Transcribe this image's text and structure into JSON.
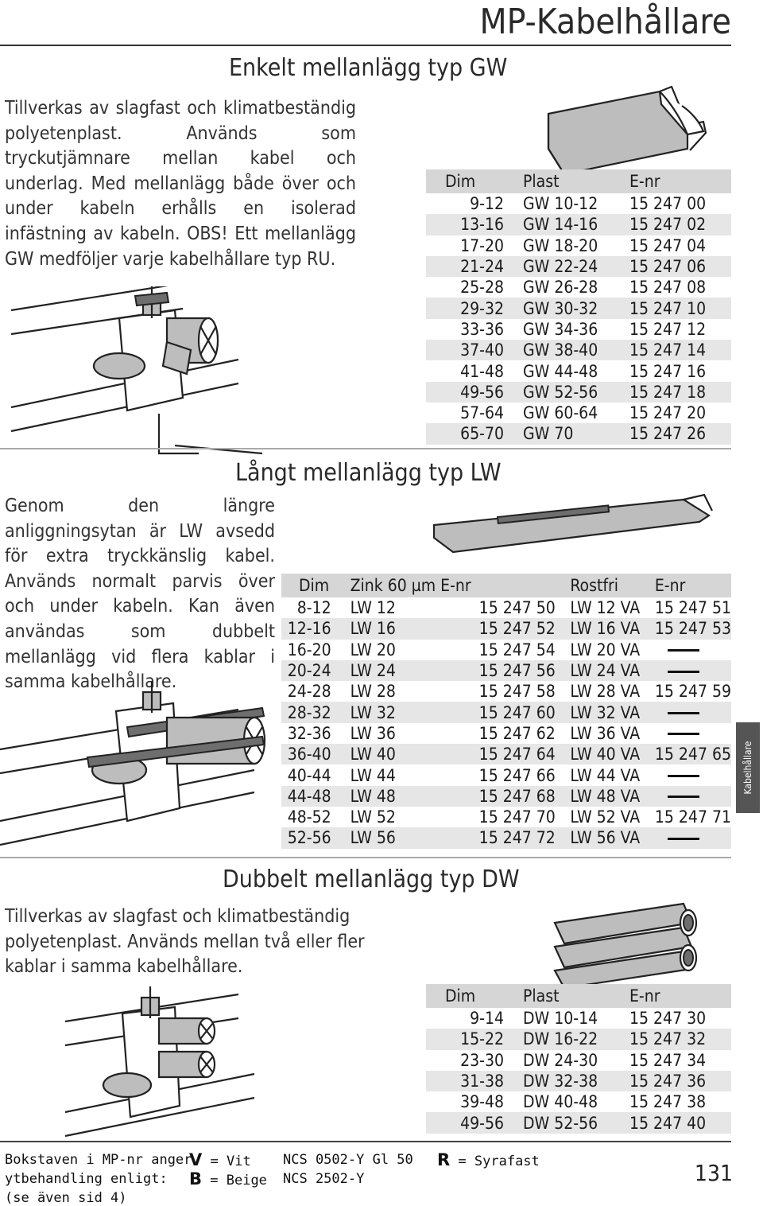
{
  "page_title": "MP-Kabelhållare",
  "side_tab": "Kabelhållare",
  "page_number": "131",
  "gw": {
    "title": "Enkelt mellanlägg typ GW",
    "text": "Tillverkas av slagfast och klimatbeständig polyetenplast. Används som tryckutjämnare mellan kabel och underlag. Med mellanlägg både över och under kabeln erhålls en isolerad infästning av kabeln. OBS! Ett mellanlägg GW medföljer varje kabelhållare typ RU.",
    "headers": [
      "Dim",
      "Plast",
      "E-nr"
    ],
    "rows": [
      [
        "9-12",
        "GW 10-12",
        "15 247 00"
      ],
      [
        "13-16",
        "GW 14-16",
        "15 247 02"
      ],
      [
        "17-20",
        "GW 18-20",
        "15 247 04"
      ],
      [
        "21-24",
        "GW 22-24",
        "15 247 06"
      ],
      [
        "25-28",
        "GW 26-28",
        "15 247 08"
      ],
      [
        "29-32",
        "GW 30-32",
        "15 247 10"
      ],
      [
        "33-36",
        "GW 34-36",
        "15 247 12"
      ],
      [
        "37-40",
        "GW 38-40",
        "15 247 14"
      ],
      [
        "41-48",
        "GW 44-48",
        "15 247 16"
      ],
      [
        "49-56",
        "GW 52-56",
        "15 247 18"
      ],
      [
        "57-64",
        "GW 60-64",
        "15 247 20"
      ],
      [
        "65-70",
        "GW 70",
        "15 247 26"
      ]
    ]
  },
  "lw": {
    "title": "Långt mellanlägg typ LW",
    "text": "Genom den längre anliggningsytan är LW avsedd för extra tryckkänslig kabel. Används normalt parvis över och under kabeln. Kan även användas som dubbelt mellanlägg vid flera kablar i samma kabelhållare.",
    "headers": [
      "Dim",
      "Zink 60 µm E-nr",
      "",
      "Rostfri",
      "E-nr"
    ],
    "rows": [
      [
        "8-12",
        "LW 12",
        "15 247 50",
        "LW 12 VA",
        "15 247 51"
      ],
      [
        "12-16",
        "LW 16",
        "15 247 52",
        "LW 16 VA",
        "15 247 53"
      ],
      [
        "16-20",
        "LW 20",
        "15 247 54",
        "LW 20 VA",
        ""
      ],
      [
        "20-24",
        "LW 24",
        "15 247 56",
        "LW 24 VA",
        ""
      ],
      [
        "24-28",
        "LW 28",
        "15 247 58",
        "LW 28 VA",
        "15 247 59"
      ],
      [
        "28-32",
        "LW 32",
        "15 247 60",
        "LW 32 VA",
        ""
      ],
      [
        "32-36",
        "LW 36",
        "15 247 62",
        "LW 36 VA",
        ""
      ],
      [
        "36-40",
        "LW 40",
        "15 247 64",
        "LW 40 VA",
        "15 247 65"
      ],
      [
        "40-44",
        "LW 44",
        "15 247 66",
        "LW 44 VA",
        ""
      ],
      [
        "44-48",
        "LW 48",
        "15 247 68",
        "LW 48 VA",
        ""
      ],
      [
        "48-52",
        "LW 52",
        "15 247 70",
        "LW 52 VA",
        "15 247 71"
      ],
      [
        "52-56",
        "LW 56",
        "15 247 72",
        "LW 56 VA",
        ""
      ]
    ]
  },
  "dw": {
    "title": "Dubbelt mellanlägg typ DW",
    "text": "Tillverkas av slagfast och klimatbeständig polyetenplast. Används mellan två eller fler kablar i samma kabelhållare.",
    "headers": [
      "Dim",
      "Plast",
      "E-nr"
    ],
    "rows": [
      [
        "9-14",
        "DW 10-14",
        "15 247 30"
      ],
      [
        "15-22",
        "DW 16-22",
        "15 247 32"
      ],
      [
        "23-30",
        "DW 24-30",
        "15 247 34"
      ],
      [
        "31-38",
        "DW 32-38",
        "15 247 36"
      ],
      [
        "39-48",
        "DW 40-48",
        "15 247 38"
      ],
      [
        "49-56",
        "DW 52-56",
        "15 247 40"
      ]
    ]
  },
  "footer": {
    "line1": "Bokstaven i MP-nr anger",
    "line2": "ytbehandling enligt:",
    "line3": "(se även sid 4)",
    "v_letter": "V",
    "v_text": "= Vit",
    "v_ncs": "NCS 0502-Y Gl 50",
    "b_letter": "B",
    "b_text": "= Beige",
    "b_ncs": "NCS 2502-Y",
    "r_letter": "R",
    "r_text": "= Syrafast"
  }
}
